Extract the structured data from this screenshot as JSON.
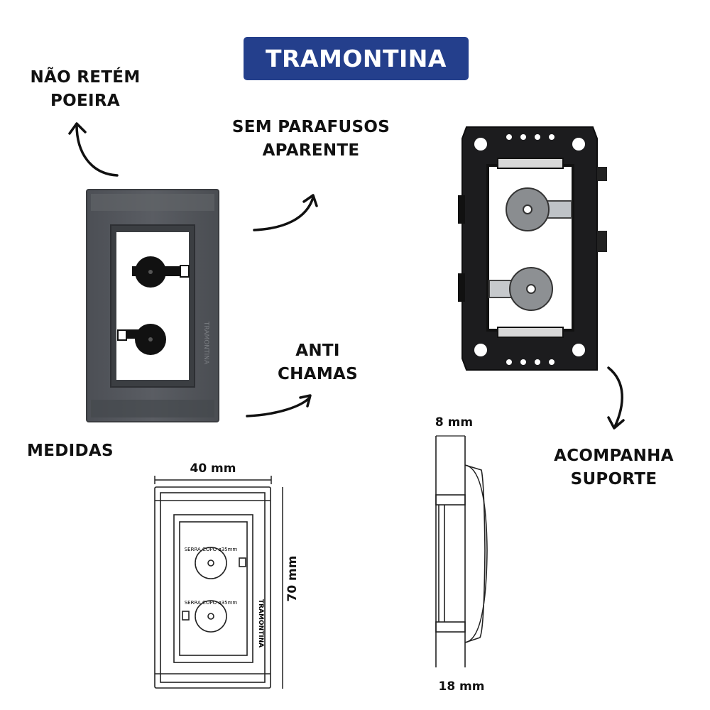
{
  "brand": {
    "name": "TRAMONTINA",
    "background": "#243f8c",
    "text_color": "#ffffff"
  },
  "features": {
    "dust": {
      "line1": "NÃO RETÉM",
      "line2": "POEIRA"
    },
    "screws": {
      "line1": "SEM PARAFUSOS",
      "line2": "APARENTE"
    },
    "flame": {
      "line1": "ANTI",
      "line2": "CHAMAS"
    },
    "support": {
      "line1": "ACOMPANHA",
      "line2": "SUPORTE"
    }
  },
  "measures": {
    "title": "MEDIDAS",
    "width": "40 mm",
    "height": "70 mm",
    "depth_front": "8 mm",
    "depth_total": "18 mm"
  },
  "product": {
    "plate_mark": "TRAMONTINA",
    "drawing_mark": "TRAMONTINA",
    "hole_text": "SERRA COPO ø35mm",
    "plate_color": "#55585d",
    "support_color": "#1c1c1e"
  },
  "icons": [
    "curved-arrow-icon"
  ]
}
